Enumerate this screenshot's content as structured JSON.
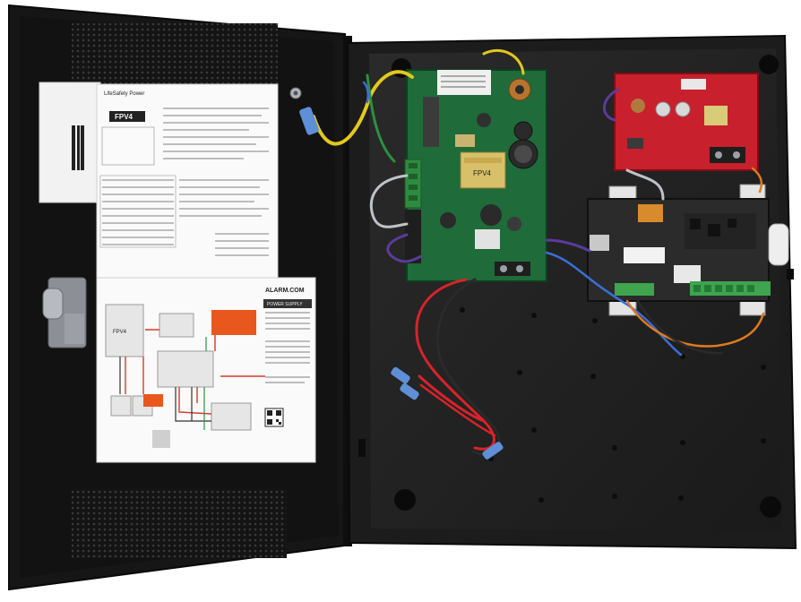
{
  "labels": {
    "brand": "LifeSafety Power",
    "board_model": "FPV4",
    "alarm_brand": "ALARM.COM",
    "power_supply_title": "POWER SUPPLY"
  },
  "colors": {
    "enclosure": "#1e1e1e",
    "door_inner": "#141414",
    "main_board": "#1f6b3a",
    "dc_converter": "#c8202c",
    "controller": "#2b2b2b",
    "wire_red": "#d8232a",
    "wire_yellow": "#e3c81b",
    "wire_purple": "#5b3b9b",
    "wire_orange": "#e07a1f",
    "wire_blue": "#3a6fd8"
  },
  "icons": [
    "door-latch-icon",
    "qr-code-icon",
    "ground-lug-icon"
  ]
}
